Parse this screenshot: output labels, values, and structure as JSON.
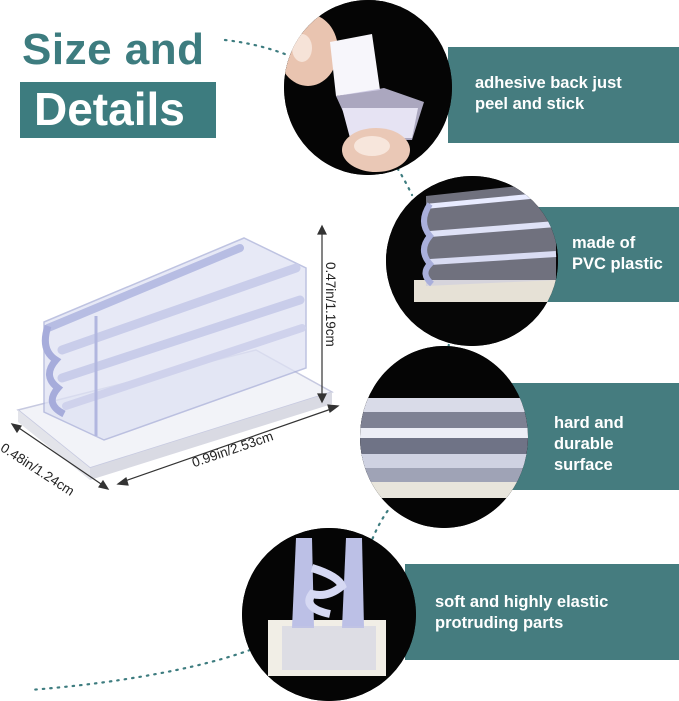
{
  "title": {
    "line1": "Size and",
    "line2": "Details"
  },
  "features": [
    {
      "line1": "adhesive back just",
      "line2": "peel and stick"
    },
    {
      "line1": "made of",
      "line2": "PVC plastic"
    },
    {
      "line1": "hard and",
      "line2": "durable",
      "line3": "surface"
    },
    {
      "line1": "soft and highly elastic",
      "line2": "protruding parts"
    }
  ],
  "dimensions": {
    "height": "0.47in/1.19cm",
    "length": "0.99in/2.53cm",
    "width": "0.48in/1.24cm"
  },
  "colors": {
    "accent": "#3d7c7f",
    "box": "#457c7f"
  }
}
